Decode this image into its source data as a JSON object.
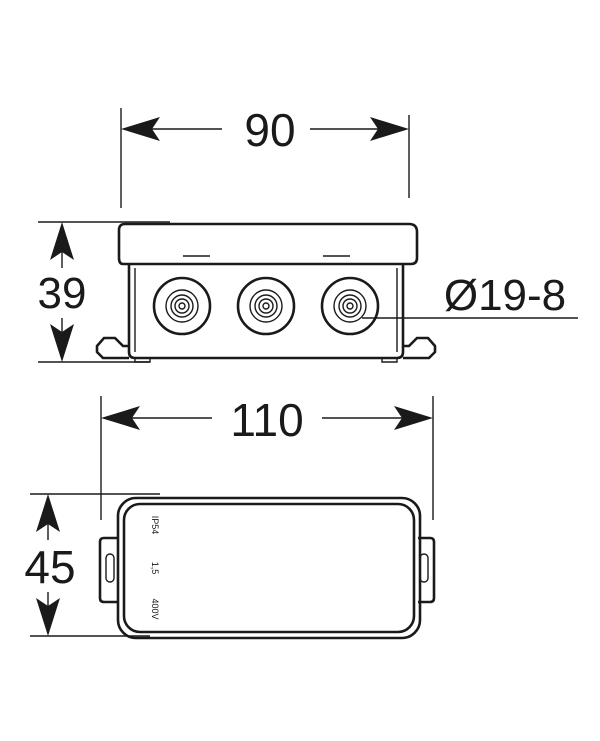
{
  "dimensions": {
    "width_top": "90",
    "height_side": "39",
    "length_bottom": "110",
    "depth_side": "45",
    "gland_diameter": "Ø19-8"
  },
  "label": {
    "ip_rating": "IP54",
    "cross_section": "1,5",
    "voltage": "400V"
  },
  "colors": {
    "line": "#1a1a1a",
    "background": "#ffffff"
  }
}
